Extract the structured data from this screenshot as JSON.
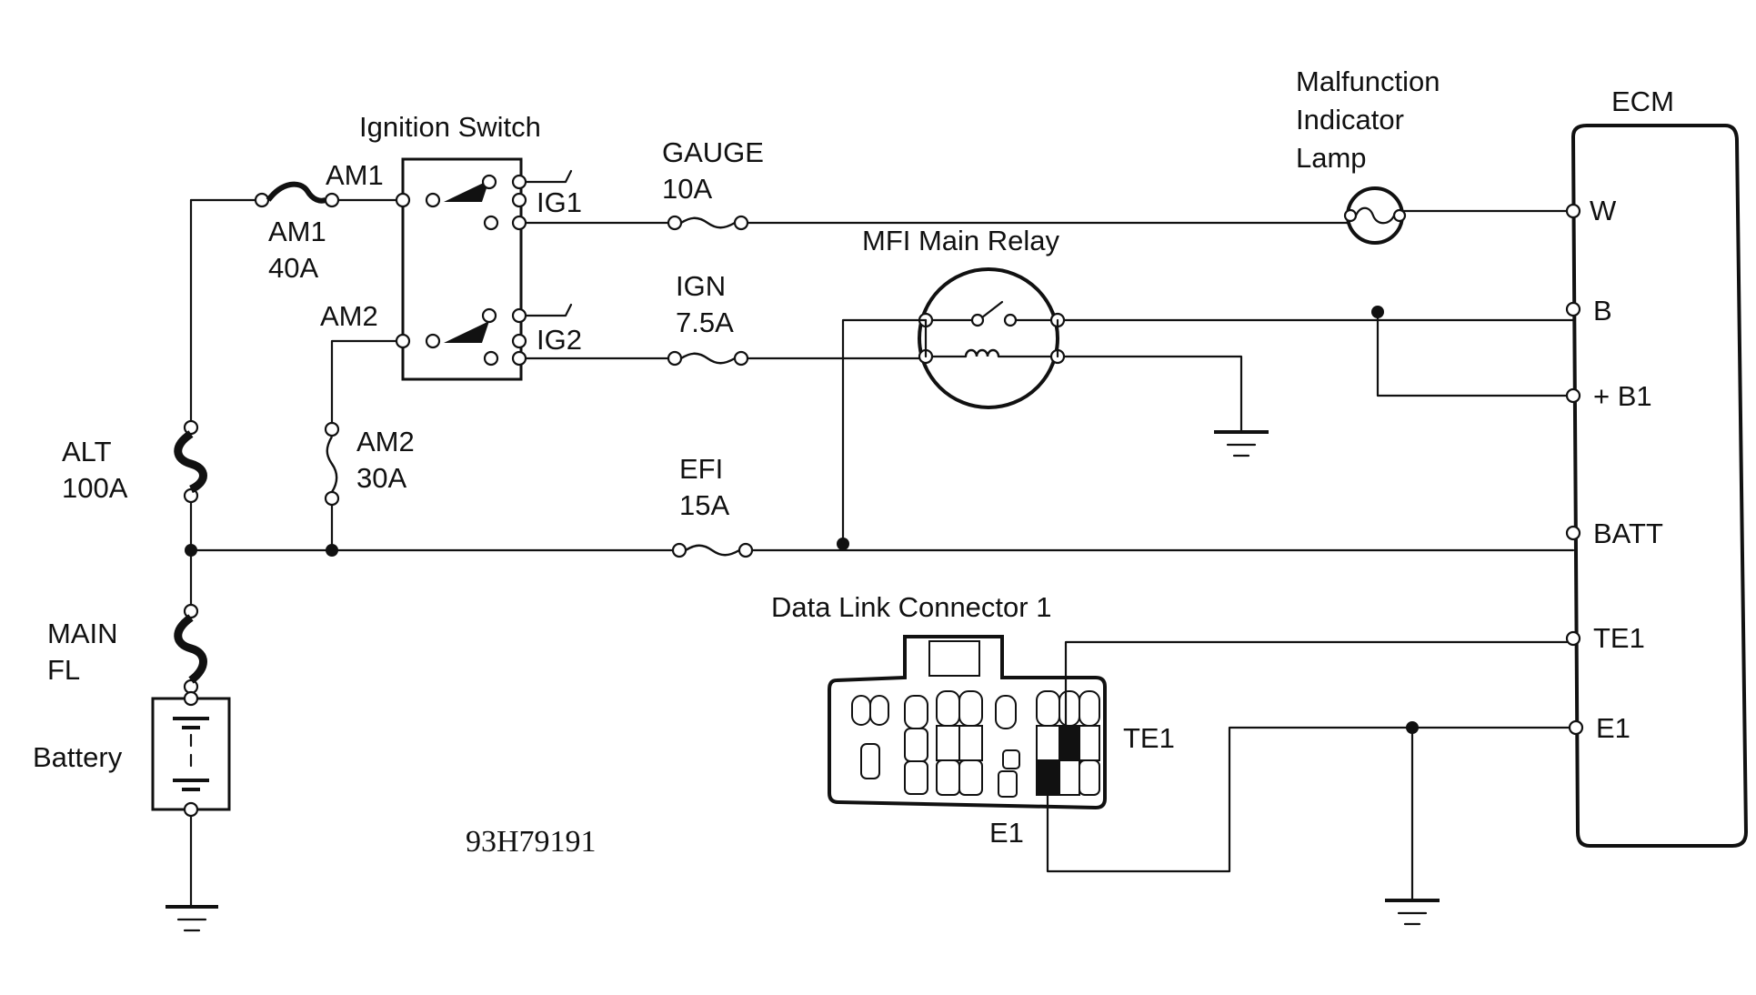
{
  "labels": {
    "ignition_switch": "Ignition Switch",
    "am1_terminal": "AM1",
    "am2_terminal": "AM2",
    "ig1_terminal": "IG1",
    "ig2_terminal": "IG2",
    "am1_fuse_name": "AM1",
    "am1_fuse_rating": "40A",
    "am2_fuse_name": "AM2",
    "am2_fuse_rating": "30A",
    "alt_fuse_name": "ALT",
    "alt_fuse_rating": "100A",
    "main_fl_line1": "MAIN",
    "main_fl_line2": "FL",
    "battery": "Battery",
    "gauge_fuse_name": "GAUGE",
    "gauge_fuse_rating": "10A",
    "ign_fuse_name": "IGN",
    "ign_fuse_rating": "7.5A",
    "efi_fuse_name": "EFI",
    "efi_fuse_rating": "15A",
    "mfi_main_relay": "MFI Main Relay",
    "mil_line1": "Malfunction",
    "mil_line2": "Indicator",
    "mil_line3": "Lamp",
    "ecm": "ECM",
    "ecm_w": "W",
    "ecm_b": "B",
    "ecm_b1": "+ B1",
    "ecm_batt": "BATT",
    "ecm_te1": "TE1",
    "ecm_e1": "E1",
    "dlc1": "Data Link Connector 1",
    "dlc_te1": "TE1",
    "dlc_e1": "E1",
    "figure_code": "93H79191"
  }
}
